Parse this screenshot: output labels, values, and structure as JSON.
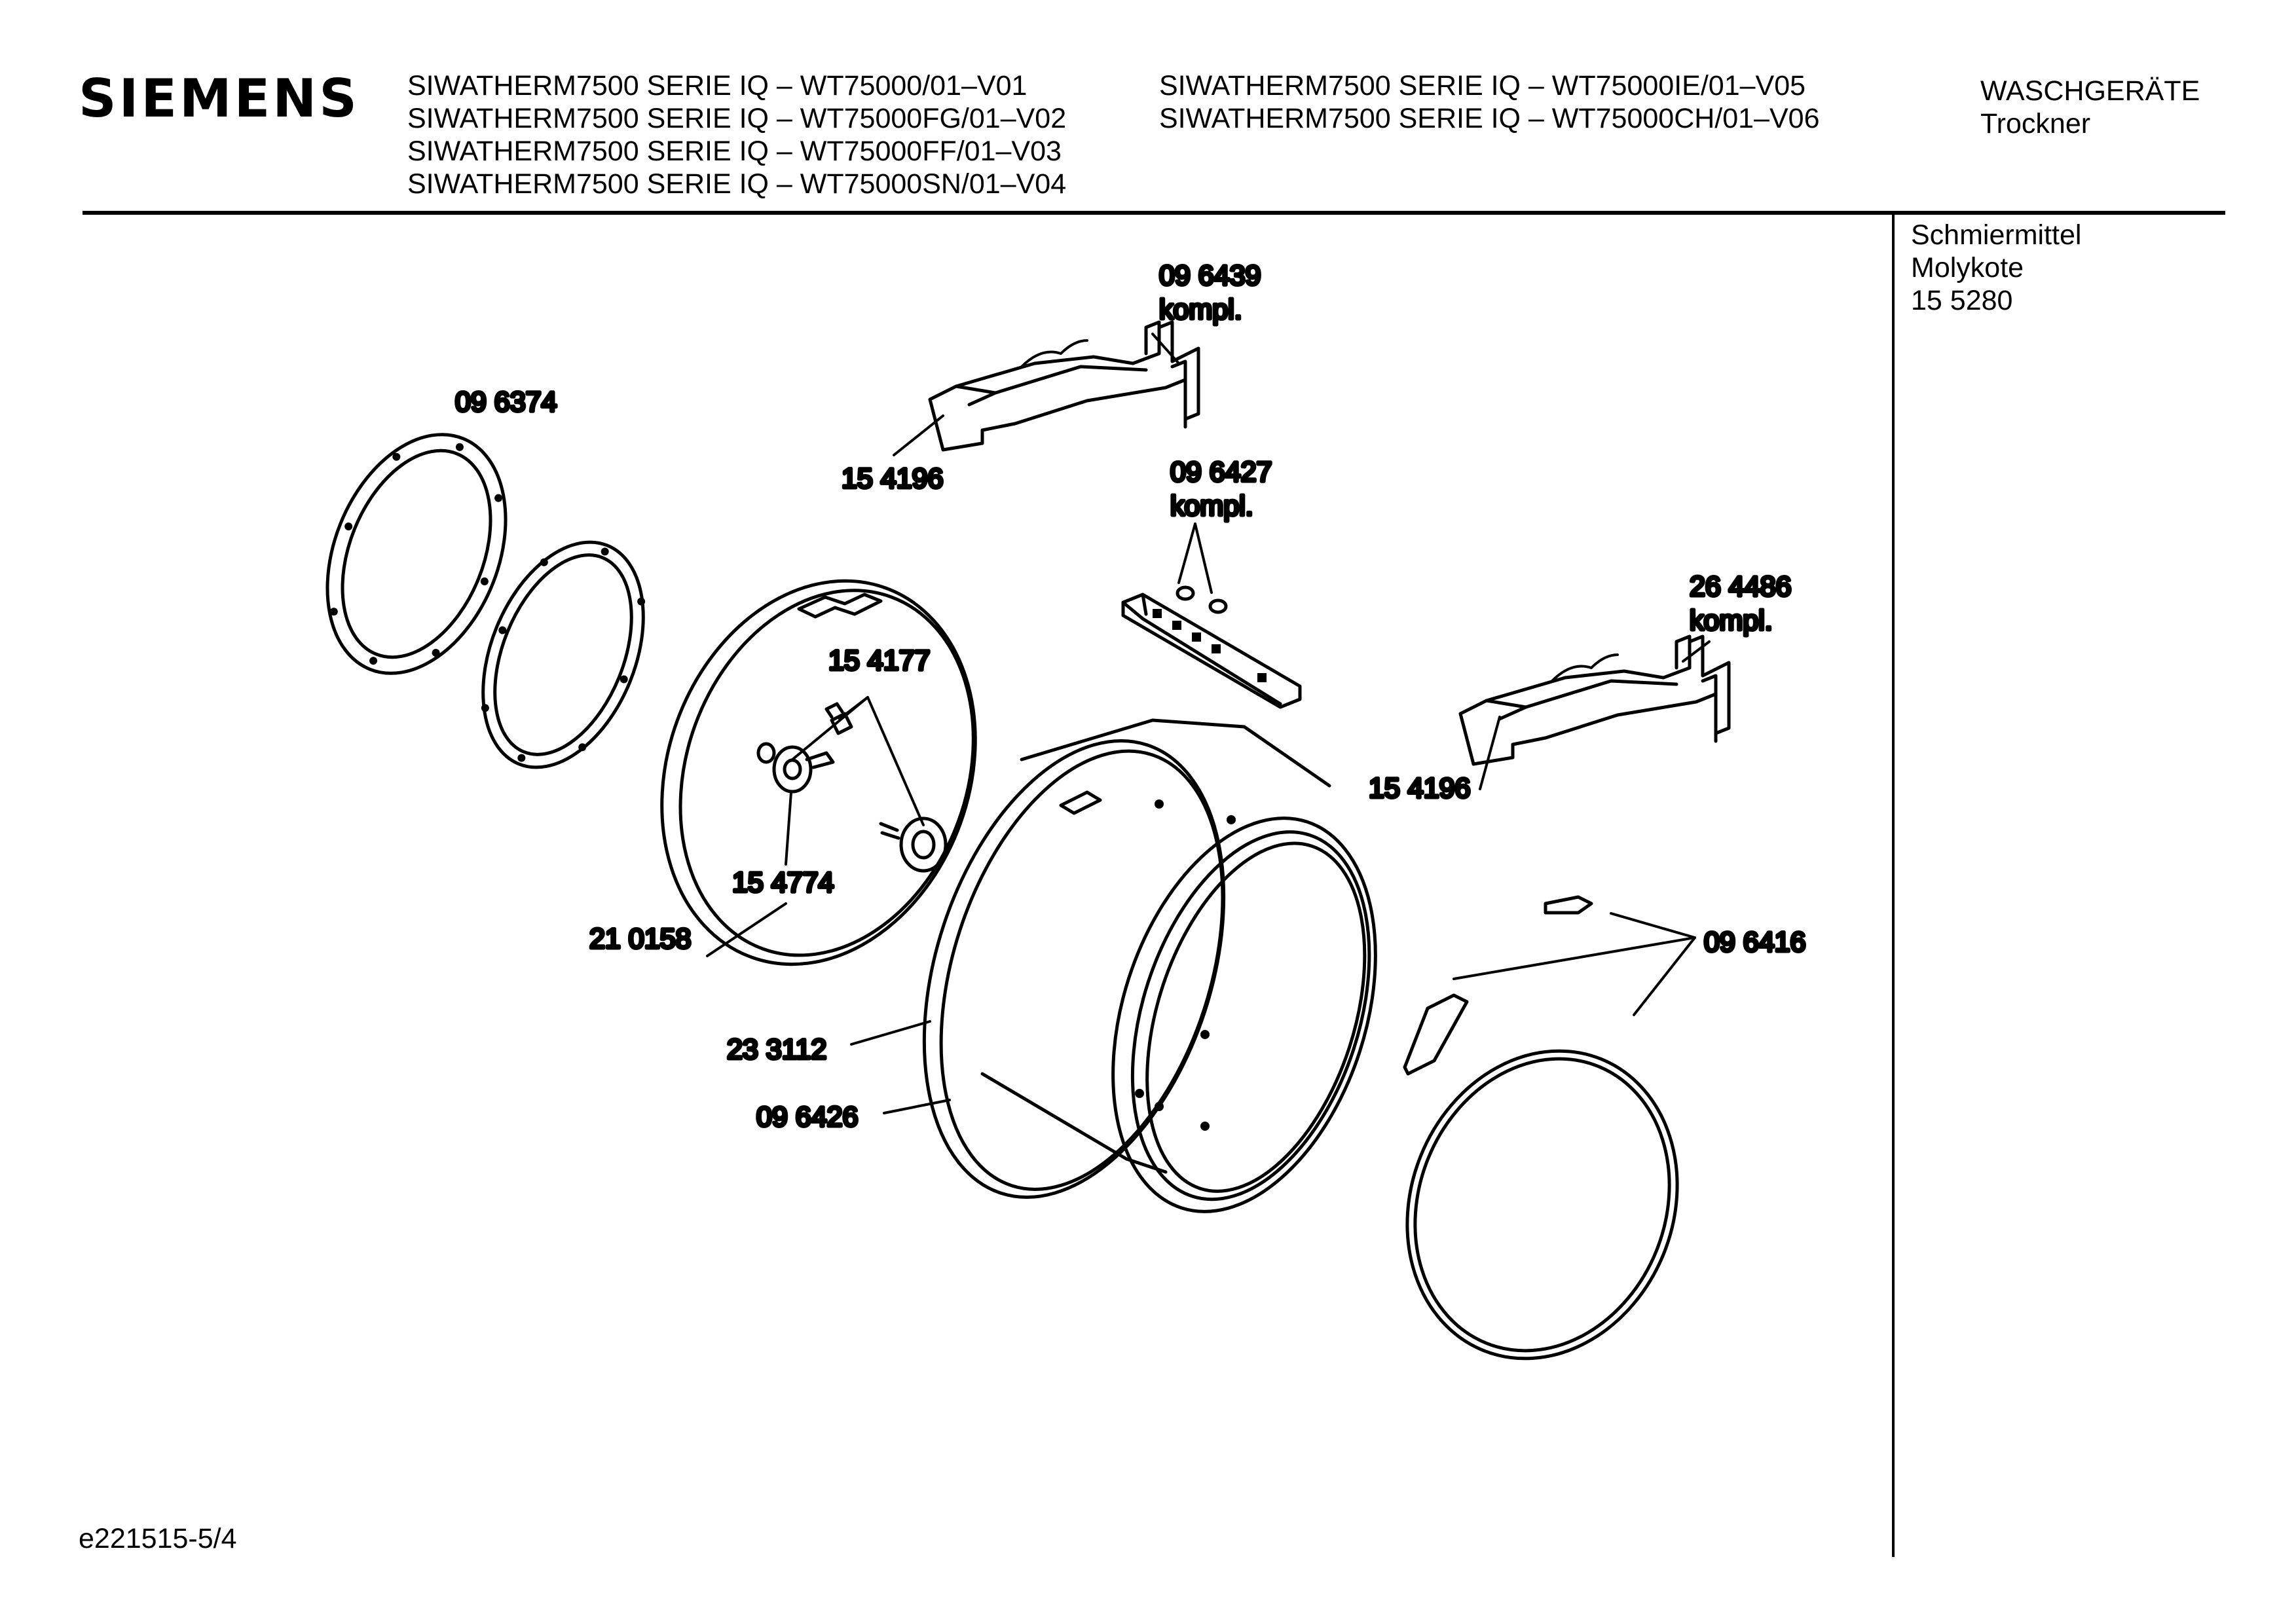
{
  "brand": "SIEMENS",
  "models_col1": [
    "SIWATHERM7500 SERIE IQ – WT75000/01–V01",
    "SIWATHERM7500 SERIE IQ – WT75000FG/01–V02",
    "SIWATHERM7500 SERIE IQ – WT75000FF/01–V03",
    "SIWATHERM7500 SERIE IQ – WT75000SN/01–V04"
  ],
  "models_col2": [
    "SIWATHERM7500 SERIE IQ – WT75000IE/01–V05",
    "SIWATHERM7500 SERIE IQ – WT75000CH/01–V06"
  ],
  "category": [
    "WASCHGERÄTE",
    "Trockner"
  ],
  "lubricant_note": [
    "Schmiermittel",
    "Molykote",
    "15 5280"
  ],
  "footer_ref": "e221515-5/4",
  "part_labels": {
    "p096439": [
      "09 6439",
      "kompl."
    ],
    "p154196a": "15 4196",
    "p096374": "09 6374",
    "p096427": [
      "09 6427",
      "kompl."
    ],
    "p264486": [
      "26 4486",
      "kompl."
    ],
    "p154177": "15 4177",
    "p154196b": "15 4196",
    "p154774": "15 4774",
    "p210158": "21 0158",
    "p096416": "09 6416",
    "p233112": "23 3112",
    "p096426": "09 6426"
  }
}
